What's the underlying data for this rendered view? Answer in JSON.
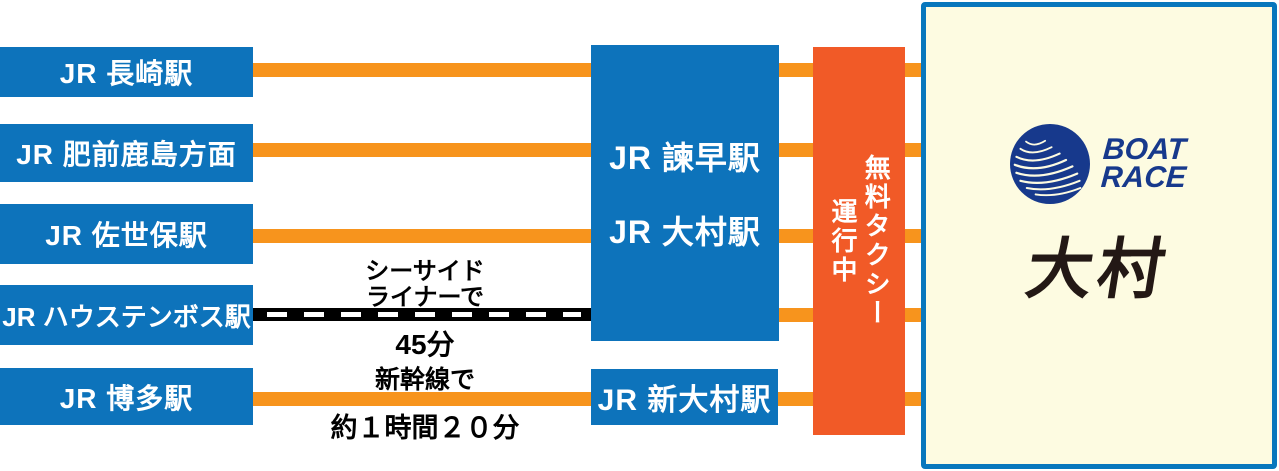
{
  "stations_left": [
    {
      "label": "JR 長崎駅"
    },
    {
      "label": "JR 肥前鹿島方面"
    },
    {
      "label": "JR 佐世保駅"
    },
    {
      "label": "JR ハウステンボス駅"
    },
    {
      "label": "JR 博多駅"
    }
  ],
  "hub": {
    "line1": "JR 諫早駅",
    "line2": "JR 大村駅"
  },
  "shin_omura": {
    "label": "JR 新大村駅"
  },
  "seaside_liner": {
    "name_line1": "シーサイド",
    "name_line2": "ライナーで",
    "duration": "45分"
  },
  "shinkansen": {
    "name": "新幹線で",
    "duration": "約１時間２０分"
  },
  "taxi": {
    "text_col1": "無料タクシー",
    "text_col2": "運行中"
  },
  "venue": {
    "logo_line1": "BOAT",
    "logo_line2": "RACE",
    "name": "大村"
  },
  "colors": {
    "station_blue": "#0D73BB",
    "rail_orange": "#F7941D",
    "taxi_orange_red": "#F15A27",
    "venue_cream": "#FDFBE1",
    "venue_border_blue": "#0877BD",
    "logo_navy": "#17398C",
    "venue_name_black": "#231815",
    "dashed_rail_black": "#000000"
  }
}
